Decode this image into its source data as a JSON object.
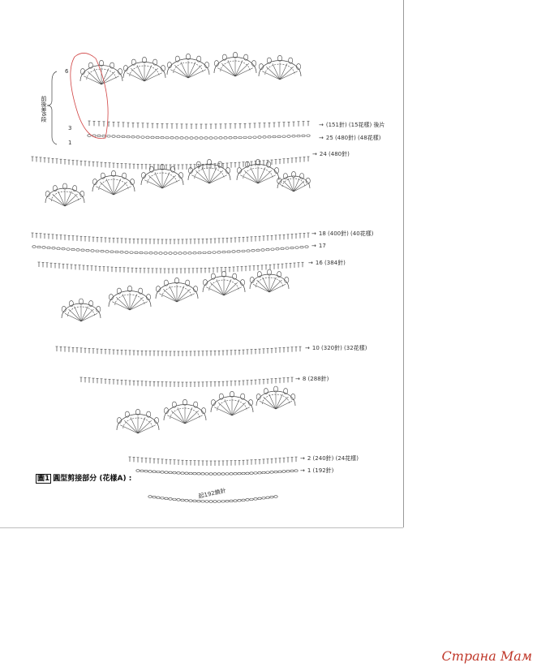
{
  "colors": {
    "ink": "#444444",
    "red_marker": "#d04040",
    "watermark": "#c0392b"
  },
  "side_labels": [
    {
      "id": "r26",
      "text": "(151針) (15花樣) 後片"
    },
    {
      "id": "r25",
      "text": "25 (480針) (48花樣)"
    },
    {
      "id": "r24",
      "text": "24 (480針)"
    },
    {
      "id": "r18",
      "text": "18 (400針) (40花樣)"
    },
    {
      "id": "r17",
      "text": "17"
    },
    {
      "id": "r16",
      "text": "16 (384針)"
    },
    {
      "id": "r10",
      "text": "10 (320針) (32花樣)"
    },
    {
      "id": "r8",
      "text": "8 (288針)"
    },
    {
      "id": "r2",
      "text": "2 (240針) (24花樣)"
    },
    {
      "id": "r1",
      "text": "1 (192針)"
    }
  ],
  "left_labels": {
    "six": "6",
    "three": "3",
    "one": "1",
    "vertical": "前後差6段"
  },
  "caption": {
    "box": "圖1",
    "text": "圓型剪接部分 (花樣A) :"
  },
  "start_note": "起192鎖針",
  "watermark": {
    "main": "Страна Мам",
    "sub": ""
  }
}
